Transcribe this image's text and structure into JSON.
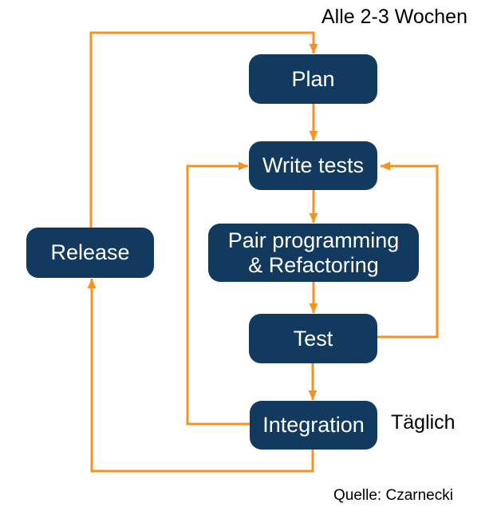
{
  "colors": {
    "node_fill": "#113A5E",
    "node_text": "#FFFFFF",
    "arrow": "#F7921E",
    "label_text": "#000000"
  },
  "nodes": {
    "plan": "Plan",
    "write_tests": "Write tests",
    "pair_programming": "Pair programming\n& Refactoring",
    "test": "Test",
    "integration": "Integration",
    "release": "Release"
  },
  "annotations": {
    "cycle": "Alle 2-3 Wochen",
    "daily": "Täglich",
    "source": "Quelle: Czarnecki"
  },
  "edges": [
    {
      "from": "release",
      "to": "plan"
    },
    {
      "from": "plan",
      "to": "write_tests"
    },
    {
      "from": "write_tests",
      "to": "pair_programming"
    },
    {
      "from": "pair_programming",
      "to": "test"
    },
    {
      "from": "test",
      "to": "integration"
    },
    {
      "from": "test",
      "to": "write_tests"
    },
    {
      "from": "integration",
      "to": "write_tests"
    },
    {
      "from": "integration",
      "to": "release"
    }
  ]
}
